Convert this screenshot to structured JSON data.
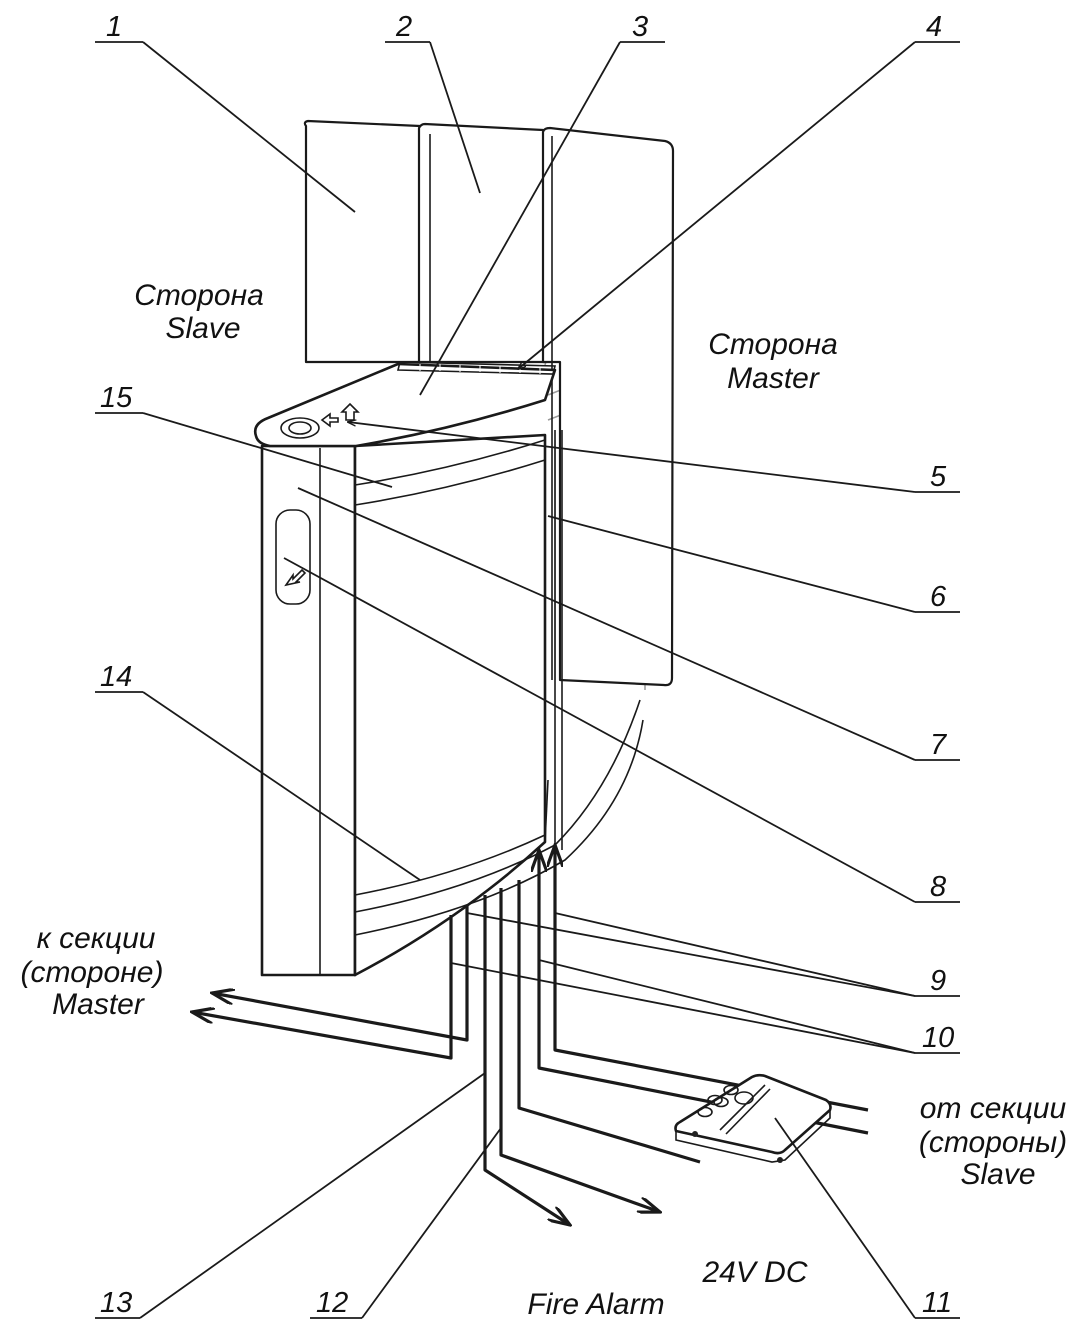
{
  "callouts": [
    "1",
    "2",
    "3",
    "4",
    "5",
    "6",
    "7",
    "8",
    "9",
    "10",
    "11",
    "12",
    "13",
    "14",
    "15"
  ],
  "sides": {
    "slave": [
      "Сторона",
      "Slave"
    ],
    "master": [
      "Сторона",
      "Master"
    ]
  },
  "connections": {
    "to_master": [
      "к секции",
      "(стороне)",
      "Master"
    ],
    "from_slave": [
      "от секции",
      "(стороны)",
      "Slave"
    ],
    "power": "24V DC",
    "fire": "Fire Alarm"
  }
}
